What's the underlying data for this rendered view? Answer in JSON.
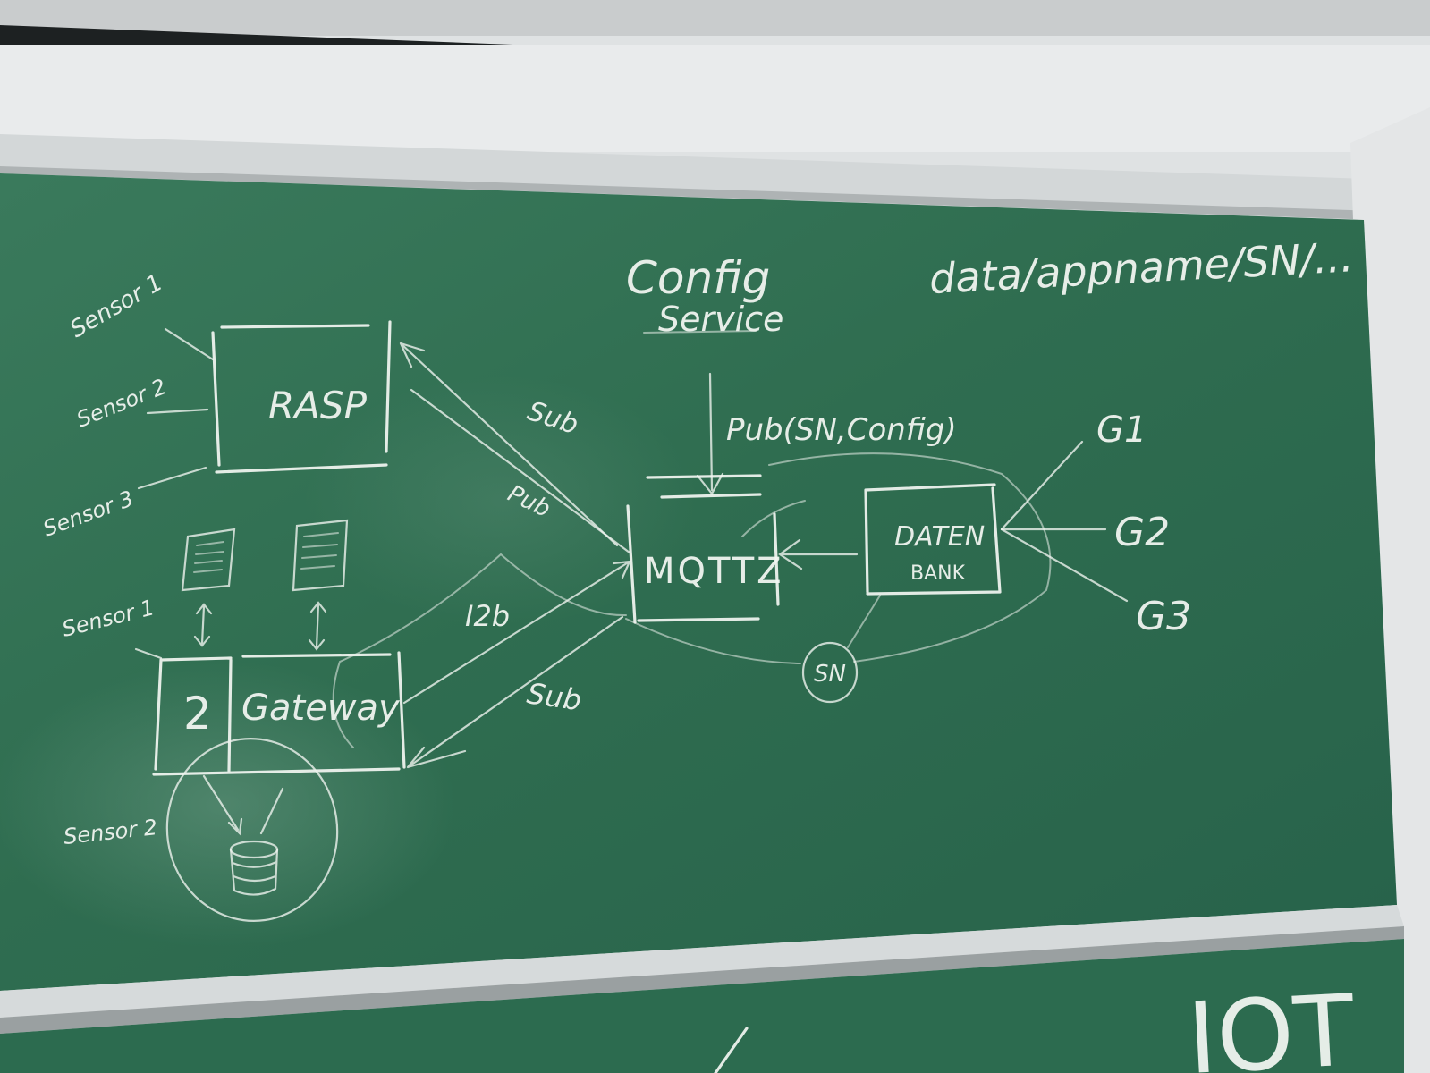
{
  "labels": {
    "sensor_top": "Sensor 1",
    "sensor2_top": "Sensor 2",
    "sensor3": "Sensor 3",
    "sensor1_gateway": "Sensor 1",
    "sensor2_bottom": "Sensor 2",
    "rasp": "RASP",
    "gateway": "Gateway",
    "gateway_2": "2",
    "config_service_1": "Config",
    "config_service_2": "Service",
    "topic_path": "data/appname/SN/...",
    "sub_top": "Sub",
    "pub_left": "Pub",
    "pub_sn_config": "Pub(SN,Config)",
    "i2b": "I2b",
    "sub_bottom": "Sub",
    "mqtt": "MQTTZ",
    "datenbank_1": "DATEN",
    "datenbank_2": "BANK",
    "sn": "SN",
    "g1": "G1",
    "g2": "G2",
    "g3": "G3",
    "bottom_text": "ІОТ"
  },
  "colors": {
    "board": "#2f6b50",
    "chalk": "#f3f6f2",
    "frame": "#d5d9da"
  }
}
